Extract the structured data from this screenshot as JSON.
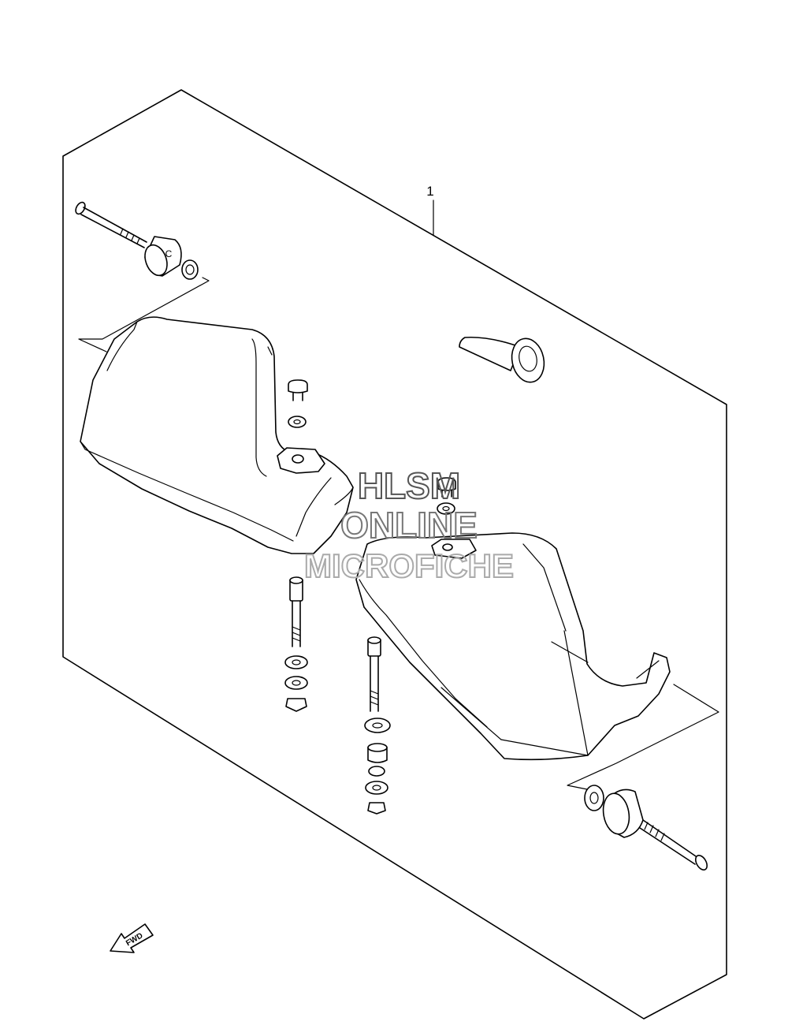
{
  "diagram": {
    "callout_label": "1",
    "fwd_label": "FWD",
    "part_labels": {
      "bar_end_weight_letter": "C"
    }
  },
  "watermark": {
    "lines": [
      "HLSM",
      "ONLINE",
      "MICROFICHE"
    ],
    "colors": [
      "#555555",
      "#777777",
      "#aaaaaa"
    ]
  }
}
